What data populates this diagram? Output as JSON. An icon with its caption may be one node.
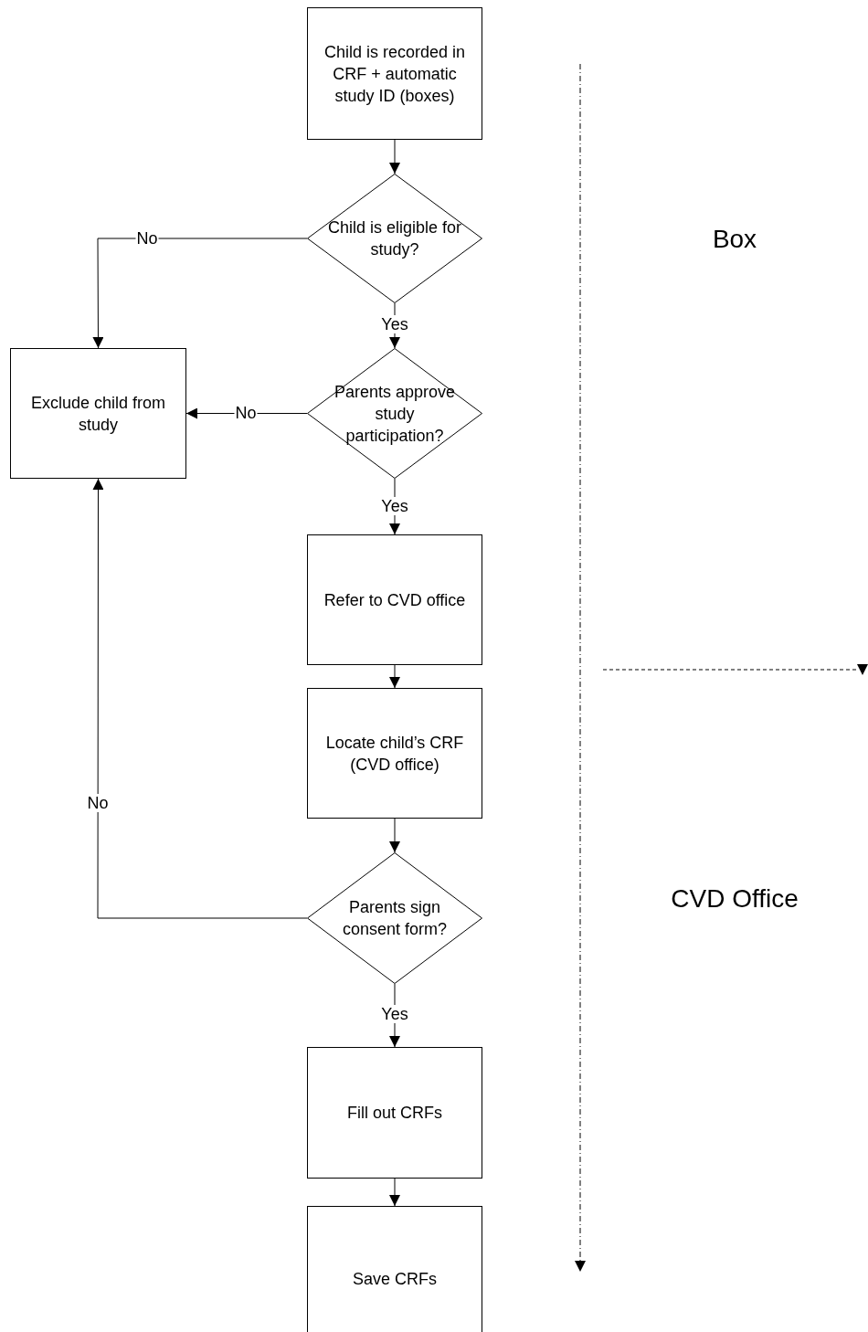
{
  "diagram": {
    "nodes": [
      {
        "text": [
          "Child is recorded in CRF + automatic study ID (boxes)"
        ]
      },
      {
        "text": [
          "Child is eligible for study?"
        ]
      },
      {
        "text": [
          "Exclude child from study"
        ]
      },
      {
        "text": [
          "Parents approve study participation?"
        ]
      },
      {
        "text": [
          "Refer to CVD office"
        ]
      },
      {
        "text": [
          "Locate child’s CRF (CVD office)"
        ]
      },
      {
        "text": [
          "Parents sign consent form?"
        ]
      },
      {
        "text": [
          "Fill out CRFs"
        ]
      },
      {
        "text": [
          "Save CRFs"
        ]
      }
    ],
    "edges": [
      {
        "from": 0,
        "to": 1,
        "arrow": "to"
      },
      {
        "from": 1,
        "to": 2,
        "arrow": "to",
        "label": "No"
      },
      {
        "from": 1,
        "to": 3,
        "arrow": "to",
        "label": "Yes"
      },
      {
        "from": 3,
        "to": 2,
        "arrow": "to",
        "label": "No"
      },
      {
        "from": 3,
        "to": 4,
        "arrow": "to",
        "label": "Yes"
      },
      {
        "from": 4,
        "to": 5,
        "arrow": "to"
      },
      {
        "from": 5,
        "to": 6,
        "arrow": "to"
      },
      {
        "from": 6,
        "to": 2,
        "arrow": "to",
        "label": "No"
      },
      {
        "from": 6,
        "to": 7,
        "arrow": "to",
        "label": "Yes"
      },
      {
        "from": 7,
        "to": 8,
        "arrow": "to"
      }
    ],
    "labels": [
      "Box",
      "CVD Office"
    ]
  }
}
